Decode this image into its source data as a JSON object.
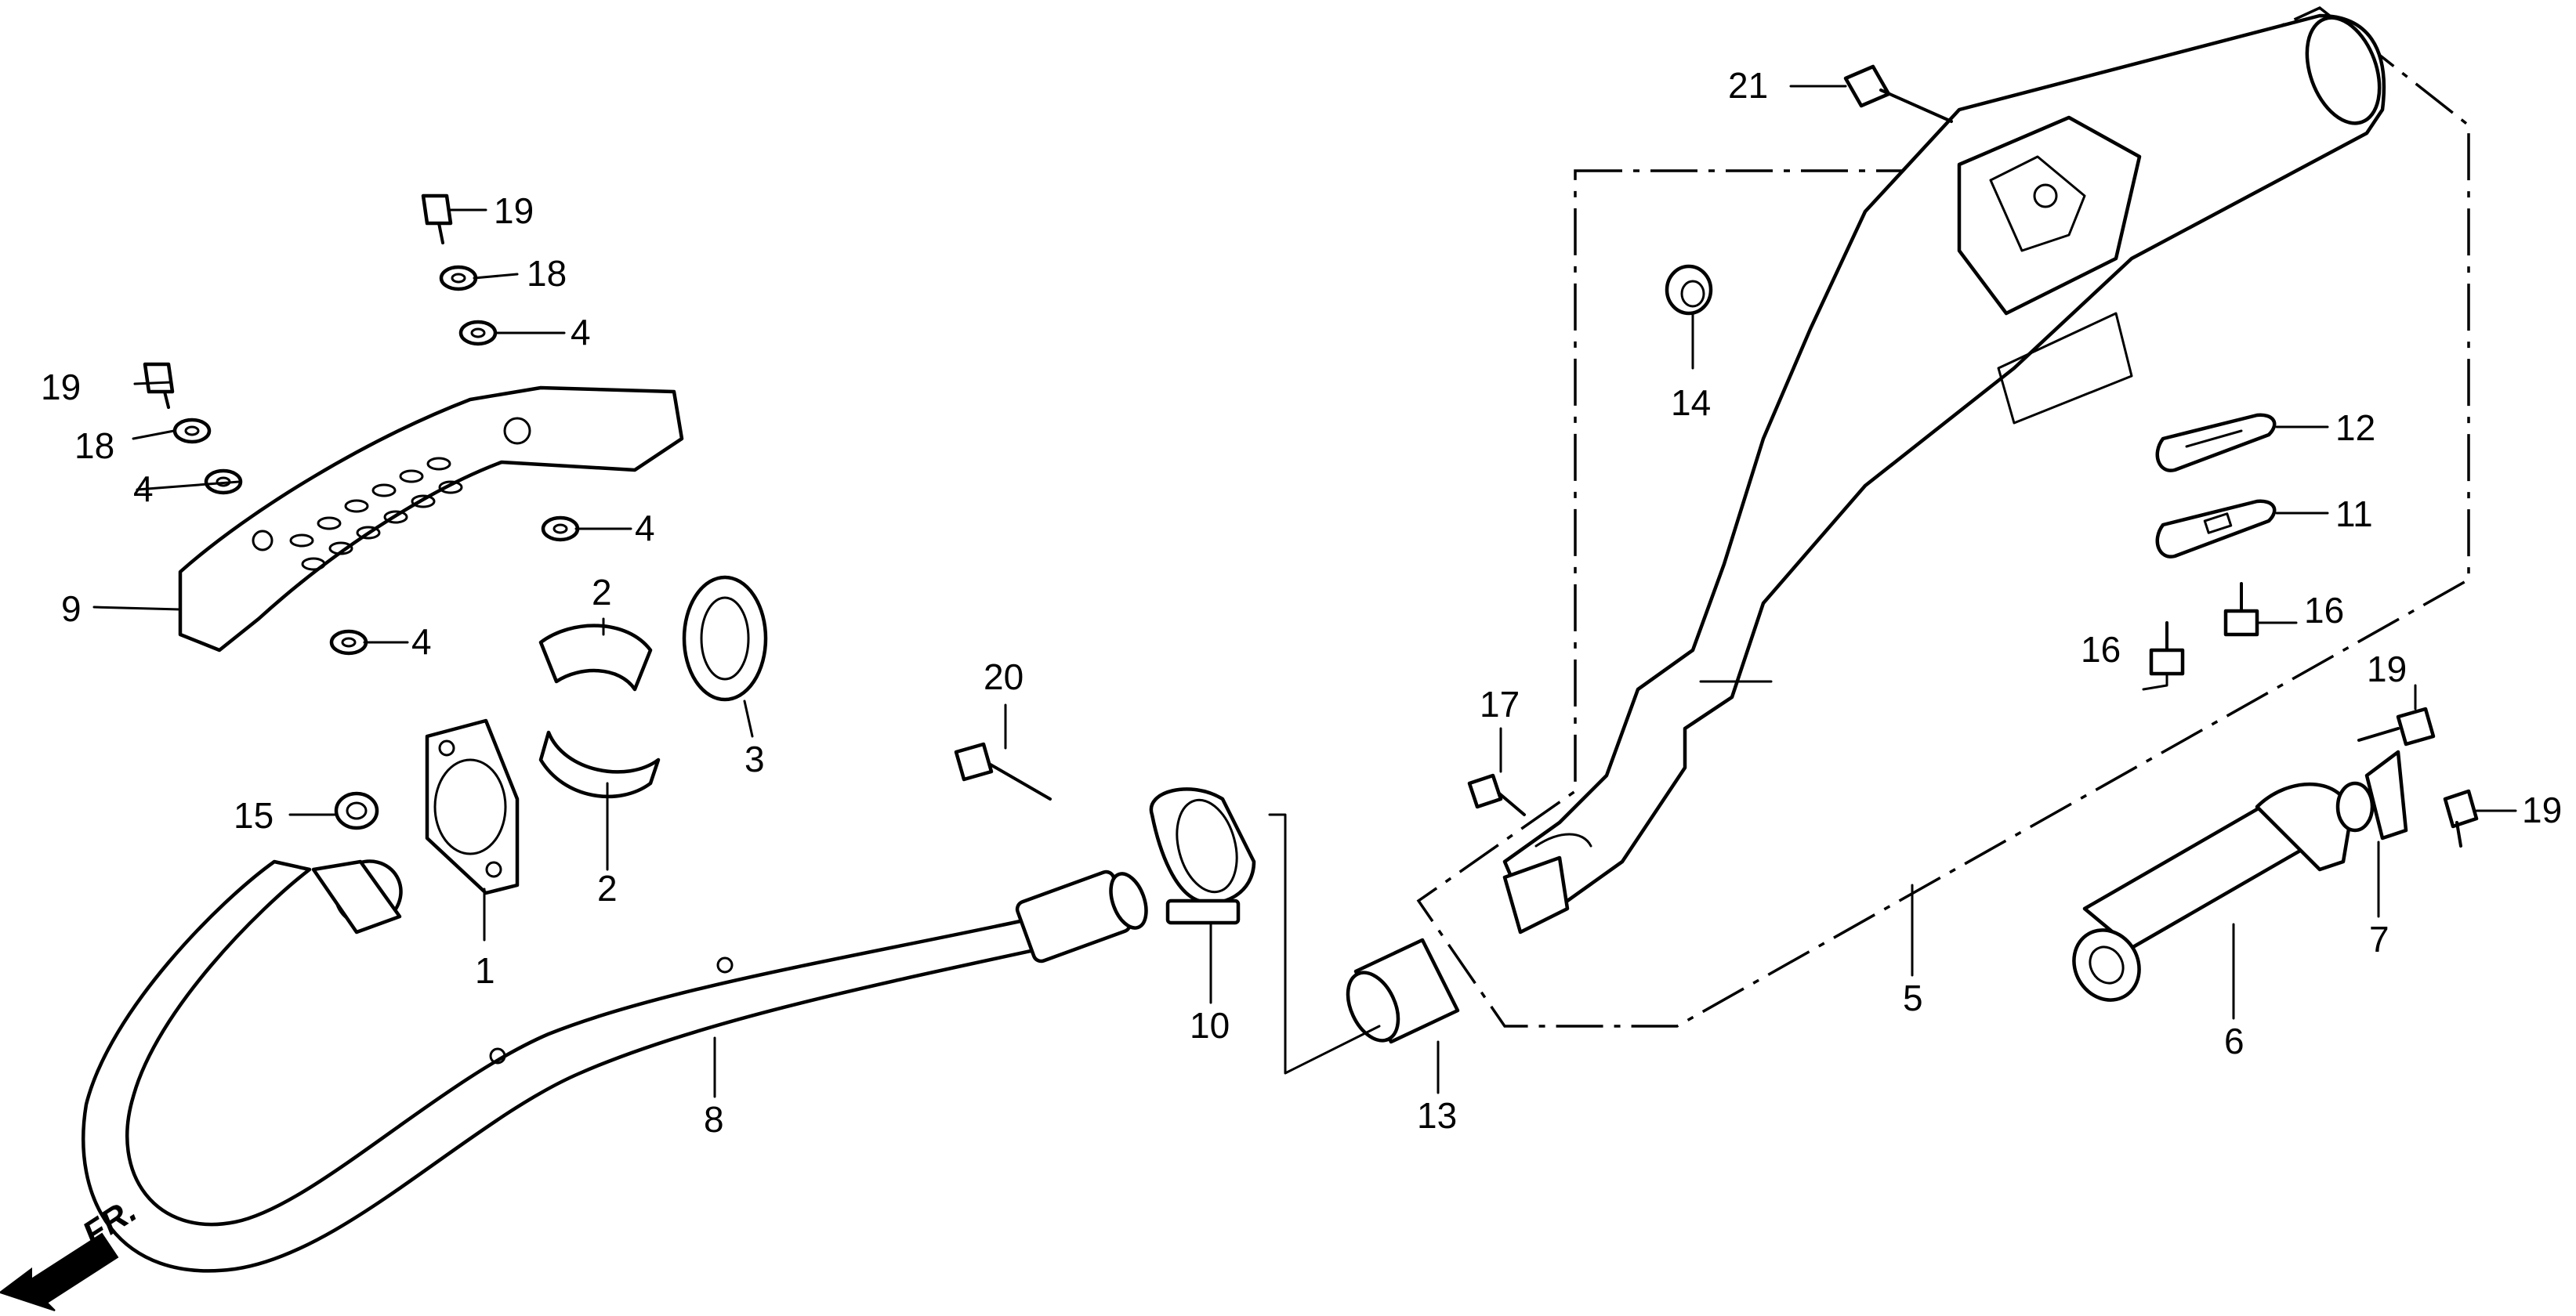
{
  "diagram": {
    "callouts": [
      {
        "id": "c1",
        "text": "1"
      },
      {
        "id": "c2a",
        "text": "2"
      },
      {
        "id": "c2b",
        "text": "2"
      },
      {
        "id": "c3",
        "text": "3"
      },
      {
        "id": "c4a",
        "text": "4"
      },
      {
        "id": "c4b",
        "text": "4"
      },
      {
        "id": "c4c",
        "text": "4"
      },
      {
        "id": "c4d",
        "text": "4"
      },
      {
        "id": "c5",
        "text": "5"
      },
      {
        "id": "c6",
        "text": "6"
      },
      {
        "id": "c7",
        "text": "7"
      },
      {
        "id": "c8",
        "text": "8"
      },
      {
        "id": "c9",
        "text": "9"
      },
      {
        "id": "c10",
        "text": "10"
      },
      {
        "id": "c11",
        "text": "11"
      },
      {
        "id": "c12",
        "text": "12"
      },
      {
        "id": "c13",
        "text": "13"
      },
      {
        "id": "c14",
        "text": "14"
      },
      {
        "id": "c15",
        "text": "15"
      },
      {
        "id": "c16a",
        "text": "16"
      },
      {
        "id": "c16b",
        "text": "16"
      },
      {
        "id": "c17",
        "text": "17"
      },
      {
        "id": "c18a",
        "text": "18"
      },
      {
        "id": "c18b",
        "text": "18"
      },
      {
        "id": "c19a",
        "text": "19"
      },
      {
        "id": "c19b",
        "text": "19"
      },
      {
        "id": "c19c",
        "text": "19"
      },
      {
        "id": "c19d",
        "text": "19"
      },
      {
        "id": "c20",
        "text": "20"
      },
      {
        "id": "c21",
        "text": "21"
      }
    ],
    "direction_label": "FR.",
    "icons": [
      "front-direction-arrow-icon"
    ],
    "colors": {
      "ink": "#000000",
      "paper": "#ffffff"
    }
  }
}
